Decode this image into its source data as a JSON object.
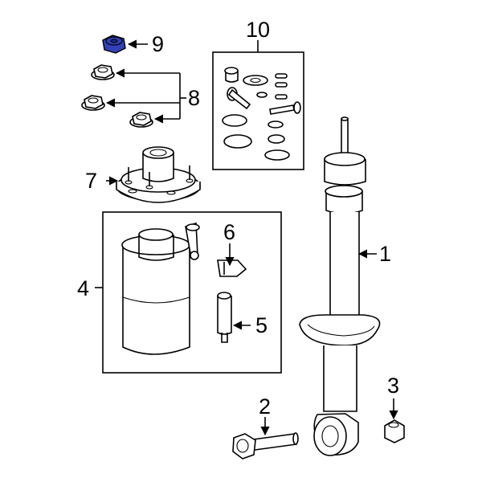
{
  "callouts": {
    "c1": "1",
    "c2": "2",
    "c3": "3",
    "c4": "4",
    "c5": "5",
    "c6": "6",
    "c7": "7",
    "c8": "8",
    "c9": "9",
    "c10": "10"
  },
  "colors": {
    "highlight": "#3340b8",
    "highlight_dark": "#1d2a8a",
    "line": "#000000",
    "background": "#ffffff"
  }
}
